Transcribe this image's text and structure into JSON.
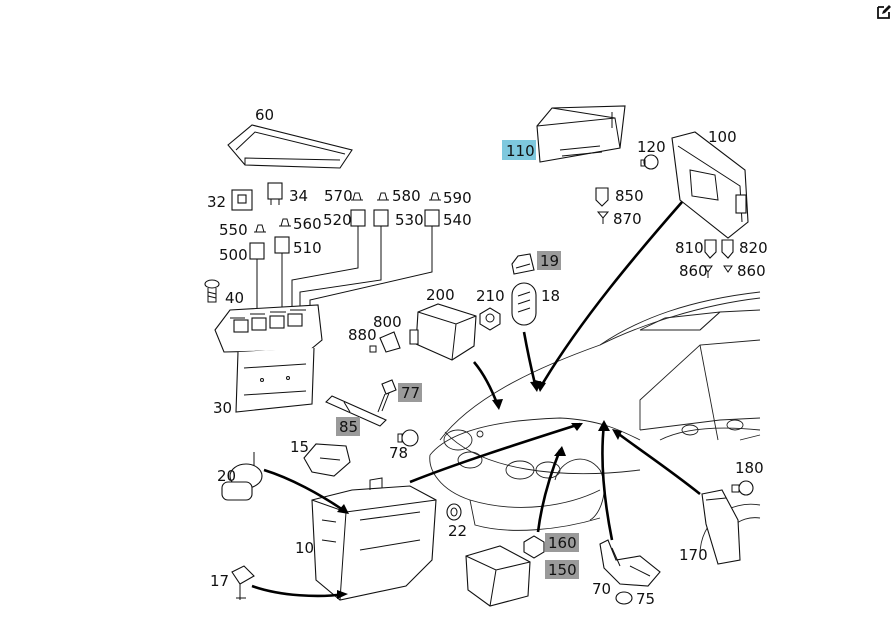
{
  "toolbar": {
    "edit_icon": "edit-icon"
  },
  "diagram": {
    "labels": {
      "l60": "60",
      "l32": "32",
      "l34": "34",
      "l570": "570",
      "l580": "580",
      "l590": "590",
      "l550": "550",
      "l560": "560",
      "l520": "520",
      "l530": "530",
      "l540": "540",
      "l500": "500",
      "l510": "510",
      "l40": "40",
      "l30": "30",
      "l110": "110",
      "l120": "120",
      "l100": "100",
      "l850": "850",
      "l870": "870",
      "l810": "810",
      "l820": "820",
      "l860a": "860",
      "l860b": "860",
      "l19": "19",
      "l18": "18",
      "l200": "200",
      "l210": "210",
      "l800": "800",
      "l880": "880",
      "l77": "77",
      "l85": "85",
      "l78": "78",
      "l15": "15",
      "l20": "20",
      "l10": "10",
      "l17": "17",
      "l22": "22",
      "l160": "160",
      "l150": "150",
      "l70": "70",
      "l75": "75",
      "l180": "180",
      "l170": "170"
    },
    "highlight_colors": {
      "selected": "#7ec8de",
      "inactive": "#9a9a9a"
    }
  }
}
